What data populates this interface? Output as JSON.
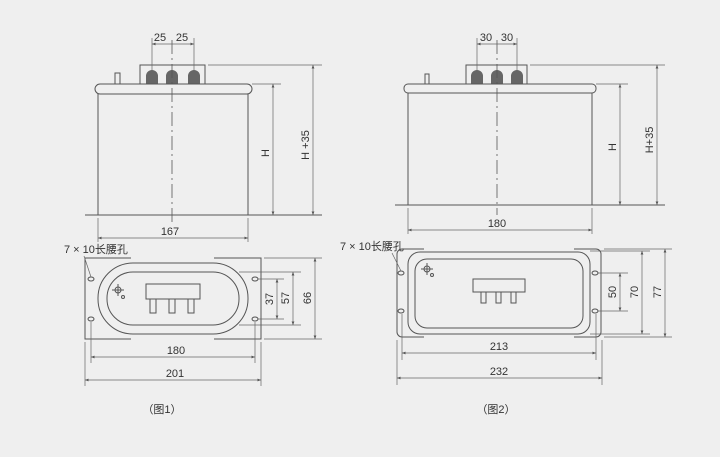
{
  "figure1": {
    "caption": "（图1）",
    "terminal_pitch": [
      "25",
      "25"
    ],
    "height_label": "H",
    "total_height_label": "H +35",
    "body_width": "167",
    "hole_label": "7 × 10长腰孔",
    "hole_vertical_spacing": "37",
    "inner_height": "57",
    "plate_height": "66",
    "hole_horizontal_spacing": "180",
    "plate_width": "201"
  },
  "figure2": {
    "caption": "（图2）",
    "terminal_pitch": [
      "30",
      "30"
    ],
    "height_label": "H",
    "total_height_label": "H+35",
    "body_width": "180",
    "hole_label": "7 × 10长腰孔",
    "hole_vertical_spacing": "50",
    "inner_height": "70",
    "plate_height": "77",
    "hole_horizontal_spacing": "213",
    "plate_width": "232"
  }
}
